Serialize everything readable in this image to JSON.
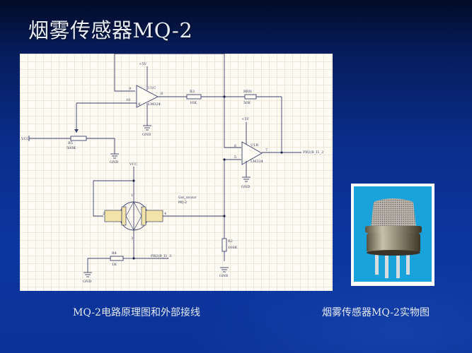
{
  "slide": {
    "title": "烟雾传感器MQ-2",
    "captions": {
      "schematic": "MQ-2电路原理图和外部接线",
      "photo": "烟雾传感器MQ-2实物图"
    },
    "colors": {
      "background_top": "#020b26",
      "background_bottom": "#0c36a0",
      "schematic_bg": "#fdfbf4",
      "wire": "#3a3f6a",
      "sensor_body": "#f2e3a8",
      "photo_bg": "#1aa3db"
    }
  },
  "schematic": {
    "op_amp_u1c": {
      "ref": "U1C",
      "part": "LM324",
      "pin_inv": "9",
      "pin_noninv": "10",
      "pin_out": "8",
      "pin_power": "4",
      "supply": "+5V",
      "ground": "GND"
    },
    "op_amp_u1b": {
      "ref": "U1B",
      "part": "LM324",
      "pin_inv": "6",
      "pin_noninv": "5",
      "pin_out": "7",
      "supply": "+5V",
      "ground": "GND"
    },
    "r3": {
      "ref": "R3",
      "value": "10K"
    },
    "rrn": {
      "ref": "RRN",
      "value": "50K"
    },
    "r5_pot": {
      "ref": "R5",
      "value": "500K"
    },
    "r4": {
      "ref": "R4",
      "value": "1K"
    },
    "r2": {
      "ref": "R2",
      "value": "100K"
    },
    "sensor": {
      "label": "Gas_sensor",
      "part": "MQ-2",
      "pins": [
        "1",
        "2",
        "3",
        "4"
      ]
    },
    "nets": {
      "vcc": "VCC",
      "gnd": "GND",
      "out_b": "PB2(B_I1_2",
      "out_a": "PB2(B_I1_3"
    }
  }
}
